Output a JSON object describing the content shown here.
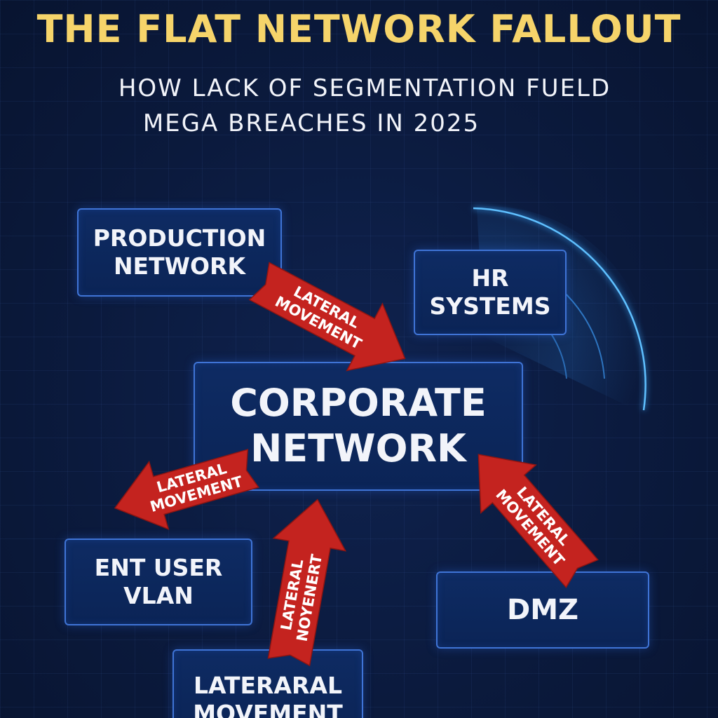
{
  "title": "THE FLAT NETWORK FALLOUT",
  "subtitle": {
    "line1": "HOW LACK OF SEGMENTATION FUELD",
    "line2": "MEGA BREACHES IN 2025"
  },
  "nodes": {
    "production": {
      "line1": "PRODUCTION",
      "line2": "NETWORK"
    },
    "hr": {
      "line1": "HR",
      "line2": "SYSTEMS"
    },
    "corporate": {
      "line1": "CORPORATE",
      "line2": "NETWORK"
    },
    "ent_user": {
      "line1": "ENT USER",
      "line2": "VLAN"
    },
    "dmz": {
      "line1": "DMZ"
    },
    "bottom": {
      "line1": "LATERARAL",
      "line2": "MOVEMENT"
    }
  },
  "arrows": {
    "production_to_corporate": {
      "line1": "LATERAL",
      "line2": "MOVEMENT"
    },
    "corporate_to_ent": {
      "line1": "LATERAL",
      "line2": "MOVEMENT"
    },
    "bottom_to_corporate": {
      "line1": "LATERAL",
      "line2": "NOYENERT"
    },
    "dmz_to_corporate": {
      "line1": "LATERAL",
      "line2": "MOVEMENT"
    }
  },
  "colors": {
    "title": "#f6d46a",
    "arrow": "#c4231f",
    "box_border": "#3f74d6",
    "glow": "#3aa8ff"
  }
}
